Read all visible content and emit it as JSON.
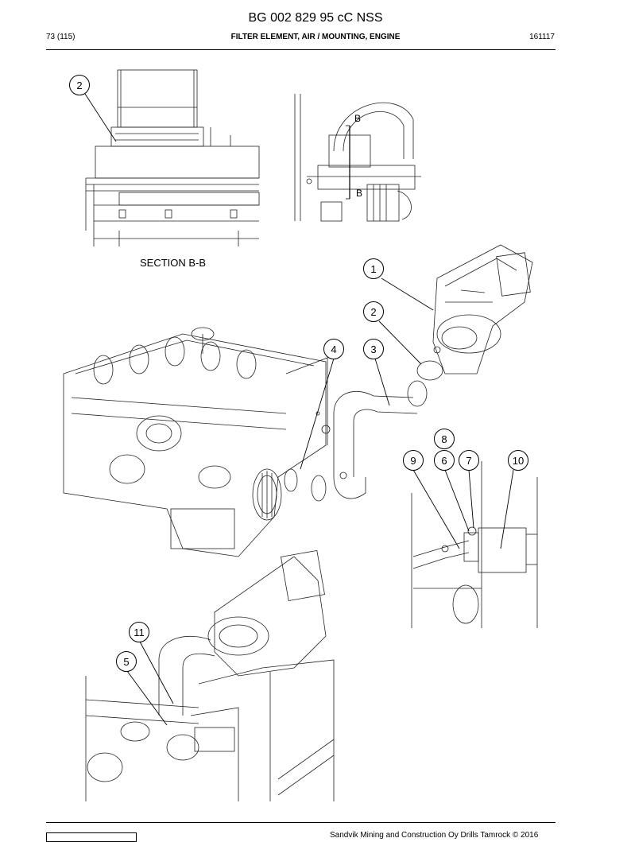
{
  "header": {
    "document_number": "BG 002 829 95 cC NSS",
    "page": "73 (115)",
    "section_title": "FILTER ELEMENT, AIR / MOUNTING, ENGINE",
    "date": "161117"
  },
  "labels": {
    "section": "SECTION B-B",
    "section_marker_top": "B",
    "section_marker_bottom": "B"
  },
  "callouts": {
    "c2_top": "2",
    "c1": "1",
    "c2": "2",
    "c4": "4",
    "c3": "3",
    "c8": "8",
    "c9": "9",
    "c6": "6",
    "c7": "7",
    "c10": "10",
    "c11": "11",
    "c5": "5"
  },
  "footer": {
    "copyright": "Sandvik Mining and Construction Oy Drills Tamrock © 2016"
  }
}
